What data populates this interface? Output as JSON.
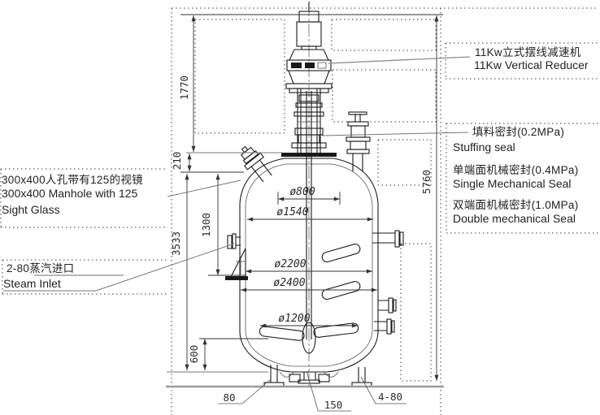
{
  "drawing": {
    "subject": "agitated reactor vessel general arrangement"
  },
  "colors": {
    "line": "#1a1a1a",
    "dim": "#333333",
    "leader": "#8c8c8c",
    "ground": "#9a9a9a"
  },
  "annotations": {
    "reducer": {
      "cn": "11Kw立式摆线减速机",
      "en": "11Kw Vertical Reducer"
    },
    "stuffing": {
      "cn": "填料密封(0.2MPa)",
      "en": "Stuffing seal"
    },
    "single_seal": {
      "cn": "单端面机械密封(0.4MPa)",
      "en": "Single Mechanical Seal"
    },
    "double_seal": {
      "cn": "双端面机械密封(1.0MPa)",
      "en": "Double mechanical Seal"
    },
    "manhole": {
      "cn": "300x400人孔带有125的视镜",
      "en_line1": "300x400 Manhole with 125",
      "en_line2": "Sight Glass"
    },
    "steam_inlet": {
      "cn": "2-80蒸汽进口",
      "en": "Steam Inlet"
    }
  },
  "dims": {
    "v1770": "1770",
    "v210": "210",
    "v1300": "1300",
    "v3533": "3533",
    "v5760": "5760",
    "v600": "600",
    "d800": "ø800",
    "d1540": "ø1540",
    "d2200": "ø2200",
    "d2400": "ø2400",
    "d1200": "ø1200",
    "leg80": "80",
    "base150": "150",
    "legs480": "4-80"
  }
}
